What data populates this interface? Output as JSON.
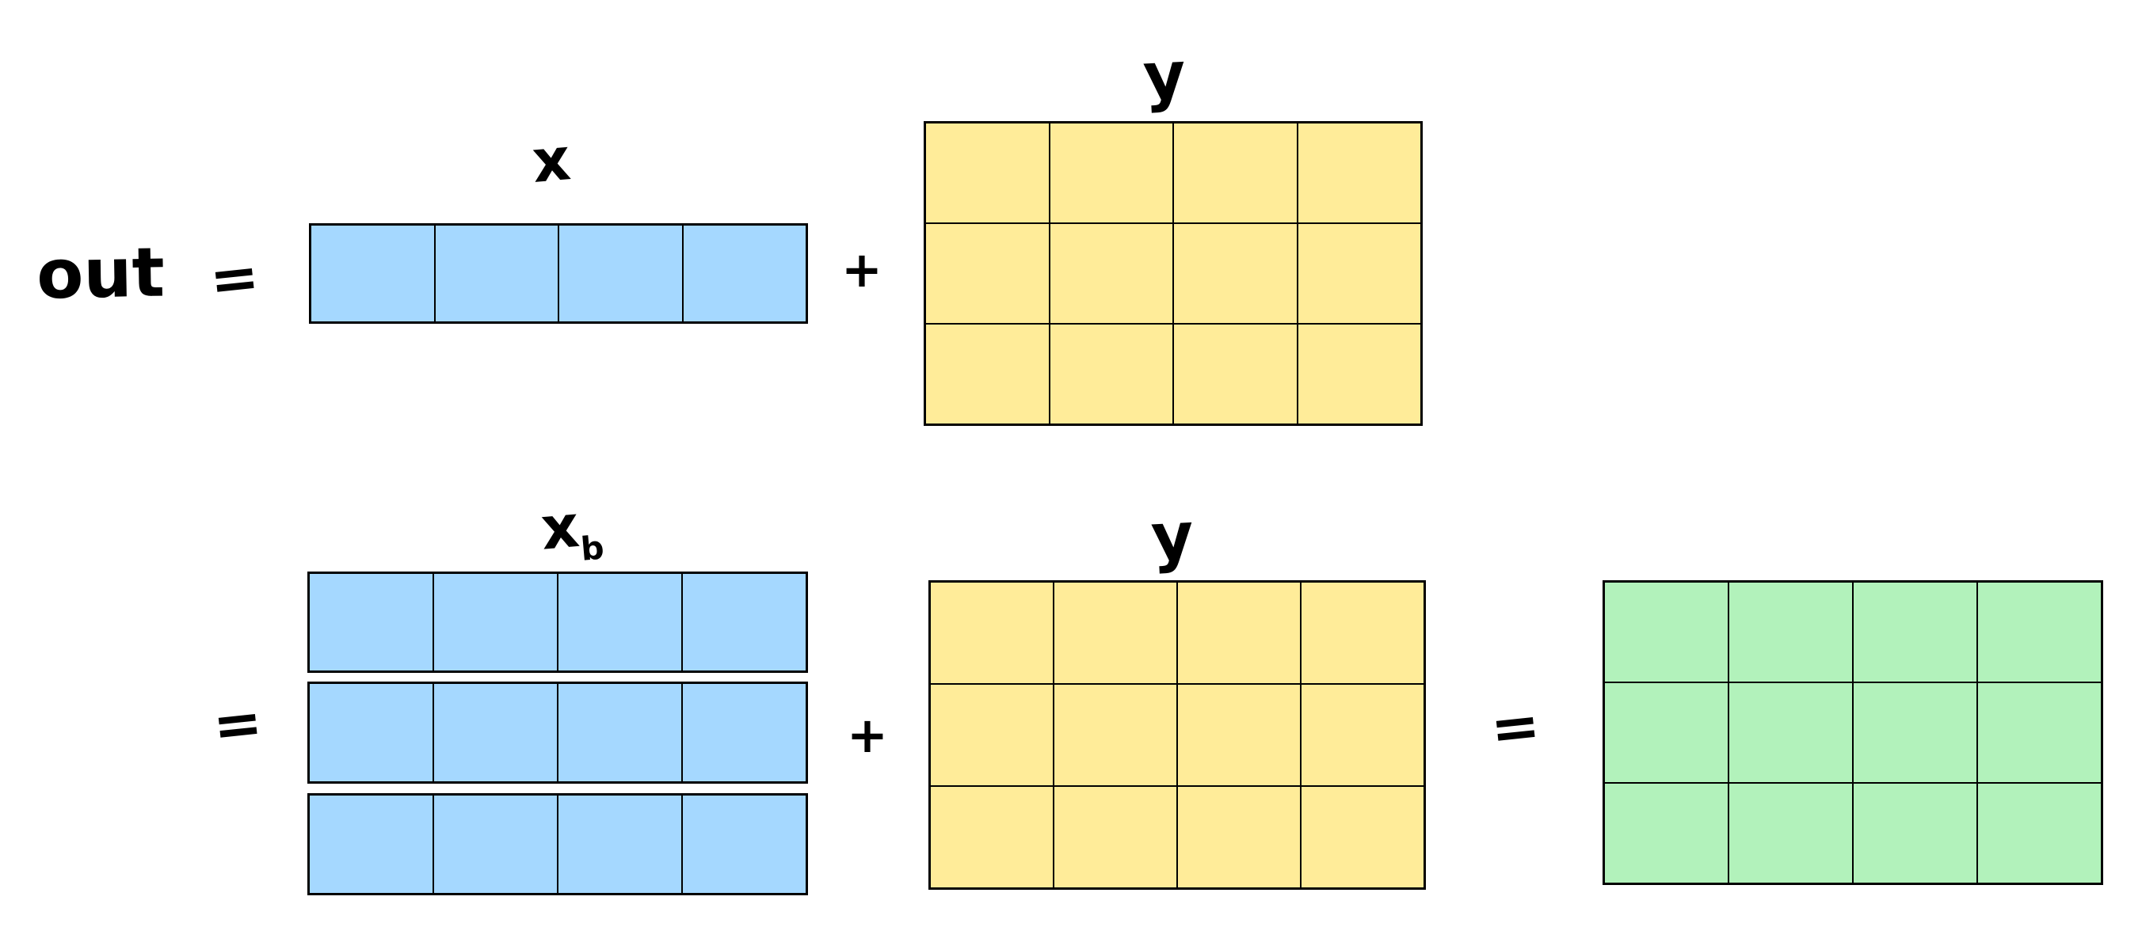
{
  "colors": {
    "blue": "#a5d8ff",
    "yellow": "#ffec99",
    "green": "#b2f2bb",
    "stroke": "#000000",
    "background": "#ffffff"
  },
  "top": {
    "lhs_label": "out",
    "equals": "=",
    "x_label": "x",
    "plus": "+",
    "y_label": "y",
    "x_matrix": {
      "rows": 1,
      "cols": 4,
      "color": "blue"
    },
    "y_matrix": {
      "rows": 3,
      "cols": 4,
      "color": "yellow"
    }
  },
  "bottom": {
    "equals_left": "=",
    "xb_label_base": "x",
    "xb_label_sub": "b",
    "plus": "+",
    "y_label": "y",
    "equals_right": "=",
    "xb_strips": [
      {
        "rows": 1,
        "cols": 4,
        "color": "blue"
      },
      {
        "rows": 1,
        "cols": 4,
        "color": "blue"
      },
      {
        "rows": 1,
        "cols": 4,
        "color": "blue"
      }
    ],
    "y_matrix": {
      "rows": 3,
      "cols": 4,
      "color": "yellow"
    },
    "result_matrix": {
      "rows": 3,
      "cols": 4,
      "color": "green"
    }
  }
}
